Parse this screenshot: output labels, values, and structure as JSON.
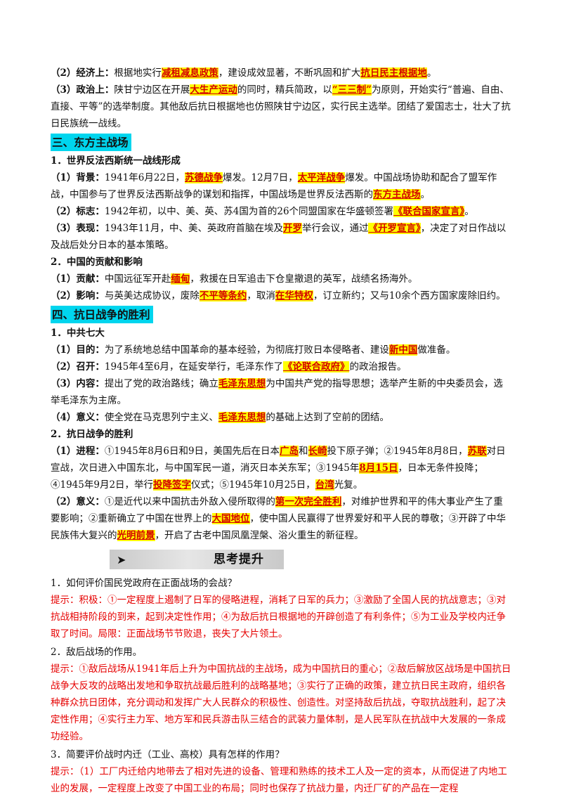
{
  "s2": {
    "econ": [
      "（2）经济上：",
      "根据地实行",
      "减租减息政策",
      "，建设成效显著，不断巩固和扩大",
      "抗日民主根据地",
      "。"
    ],
    "pol": [
      "（3）政治上：",
      "陕甘宁边区在开展",
      "大生产运动",
      "的同时，精兵简政，以",
      "“三三制”",
      "为原则，开始实行“普遍、自由、直接、平等”的选举制度。其他敌后抗日根据地也仿照陕甘宁边区，实行民主选举。团结了爱国志士，壮大了抗日民族统一战线。"
    ]
  },
  "s3": {
    "title": "三、东方主战场",
    "h1": "1．世界反法西斯统一战线形成",
    "bg": [
      "（1）背景：",
      "1941年6月22日，",
      "苏德战争",
      "爆发。12月7日，",
      "太平洋战争",
      "爆发。中国战场协助和配合了盟军作战，中国参与了世界反法西斯战争的谋划和指挥，中国战场是世界反法西斯的",
      "东方主战场",
      "。"
    ],
    "sign": [
      "（2）标志：",
      "1942年初，以中、美、英、苏4国为首的26个同盟国家在华盛顿签署",
      "《联合国家宣言》",
      "。"
    ],
    "show": [
      "（3）表现：",
      "1943年11月，中、美、英政府首脑在埃及",
      "开罗",
      "举行会议，通过",
      "《开罗宣言》",
      "，决定了对日作战以及战后处分日本的基本策略。"
    ],
    "h2": "2．中国的贡献和影响",
    "contrib": [
      "（1）贡献：",
      "中国远征军开赴",
      "缅甸",
      "，救援在日军追击下仓皇撤退的英军，战绩名扬海外。"
    ],
    "impact": [
      "（2）影响：",
      "与英美达成协议，废除",
      "不平等条约",
      "，取消",
      "在华特权",
      "，订立新约；又与10余个西方国家废除旧约。"
    ]
  },
  "s4": {
    "title": "四、抗日战争的胜利",
    "h1": "1．中共七大",
    "goal": [
      "（1）目的：",
      "为了系统地总结中国革命的基本经验，为彻底打败日本侵略者、建设",
      "新中国",
      "做准备。"
    ],
    "open": [
      "（2）召开：",
      "1945年4至6月，在延安举行，毛泽东作了",
      "《论联合政府》",
      "的政治报告。"
    ],
    "content": [
      "（3）内容：",
      "提出了党的政治路线；确立",
      "毛泽东思想",
      "为中国共产党的指导思想；选举产生新的中央委员会，选举毛泽东为主席。"
    ],
    "meaning": [
      "（4）意义：",
      "使全党在马克思列宁主义、",
      "毛泽东思想",
      "的基础上达到了空前的团结。"
    ],
    "h2": "2．抗日战争的胜利",
    "process": [
      "（1）进程：",
      "①1945年8月6日和9日，美国先后在日本",
      "广岛",
      "和",
      "长崎",
      "投下原子弹；②1945年8月8日，",
      "苏联",
      "对日宣战，次日进入中国东北，与中国军民一道，消灭日本关东军；③1945年",
      "8月15日",
      "，日本无条件投降；④1945年9月2日，举行",
      "投降签字",
      "仪式；⑤1945年10月25日，",
      "台湾",
      "光复。"
    ],
    "sig": [
      "（2）意义：",
      "①是近代以来中国抗击外敌入侵所取得的",
      "第一次完全胜利",
      "，对维护世界和平的伟大事业产生了重要影响；②重新确立了中国在世界上的",
      "大国地位",
      "，使中国人民赢得了世界爱好和平人民的尊敬；③开辟了中华民族伟大复兴的",
      "光明前景",
      "，开启了古老中国凤凰涅槃、浴火重生的新征程。"
    ]
  },
  "think": {
    "arrow": "➤",
    "title": "思考提升",
    "q1": "1．如何评价国民党政府在正面战场的会战？",
    "a1": "提示：积极：①一定程度上遏制了日军的侵略进程，消耗了日军的兵力；③激励了全国人民的抗战意志；③对抗战相持阶段的到来，起到决定性作用；④为敌后抗日根据地的开辟创造了有利条件；⑤为工业及学校内迁争取了时间。局限：正面战场节节败退，丧失了大片领土。",
    "q2": "2．敌后战场的作用。",
    "a2": "提示：①敌后战场从1941年后上升为中国抗战的主战场，成为中国抗日的重心；②敌后解放区战场是中国抗日战争大反攻的战略出发地和争取抗战最后胜利的战略基地；③实行了正确的政策，建立抗日民主政府，组织各种群众抗日团体，充分调动和发挥广大人民群众的积极性、创造性。对坚持敌后抗战，夺取抗战胜利，起了决定性作用；④实行主力军、地方军和民兵游击队三结合的武装力量体制，是人民军队在抗战中大发展的一条成功经验。",
    "q3": "3．简要评价战时内迁（工业、高校）具有怎样的作用？",
    "a3": "提示：（1）工厂内迁给内地带去了相对先进的设备、管理和熟练的技术工人及一定的资本，从而促进了内地工业的发展，一定程度上改变了中国工业的布局；同时也保存了抗战力量，内迁厂矿的产品在一定程"
  }
}
